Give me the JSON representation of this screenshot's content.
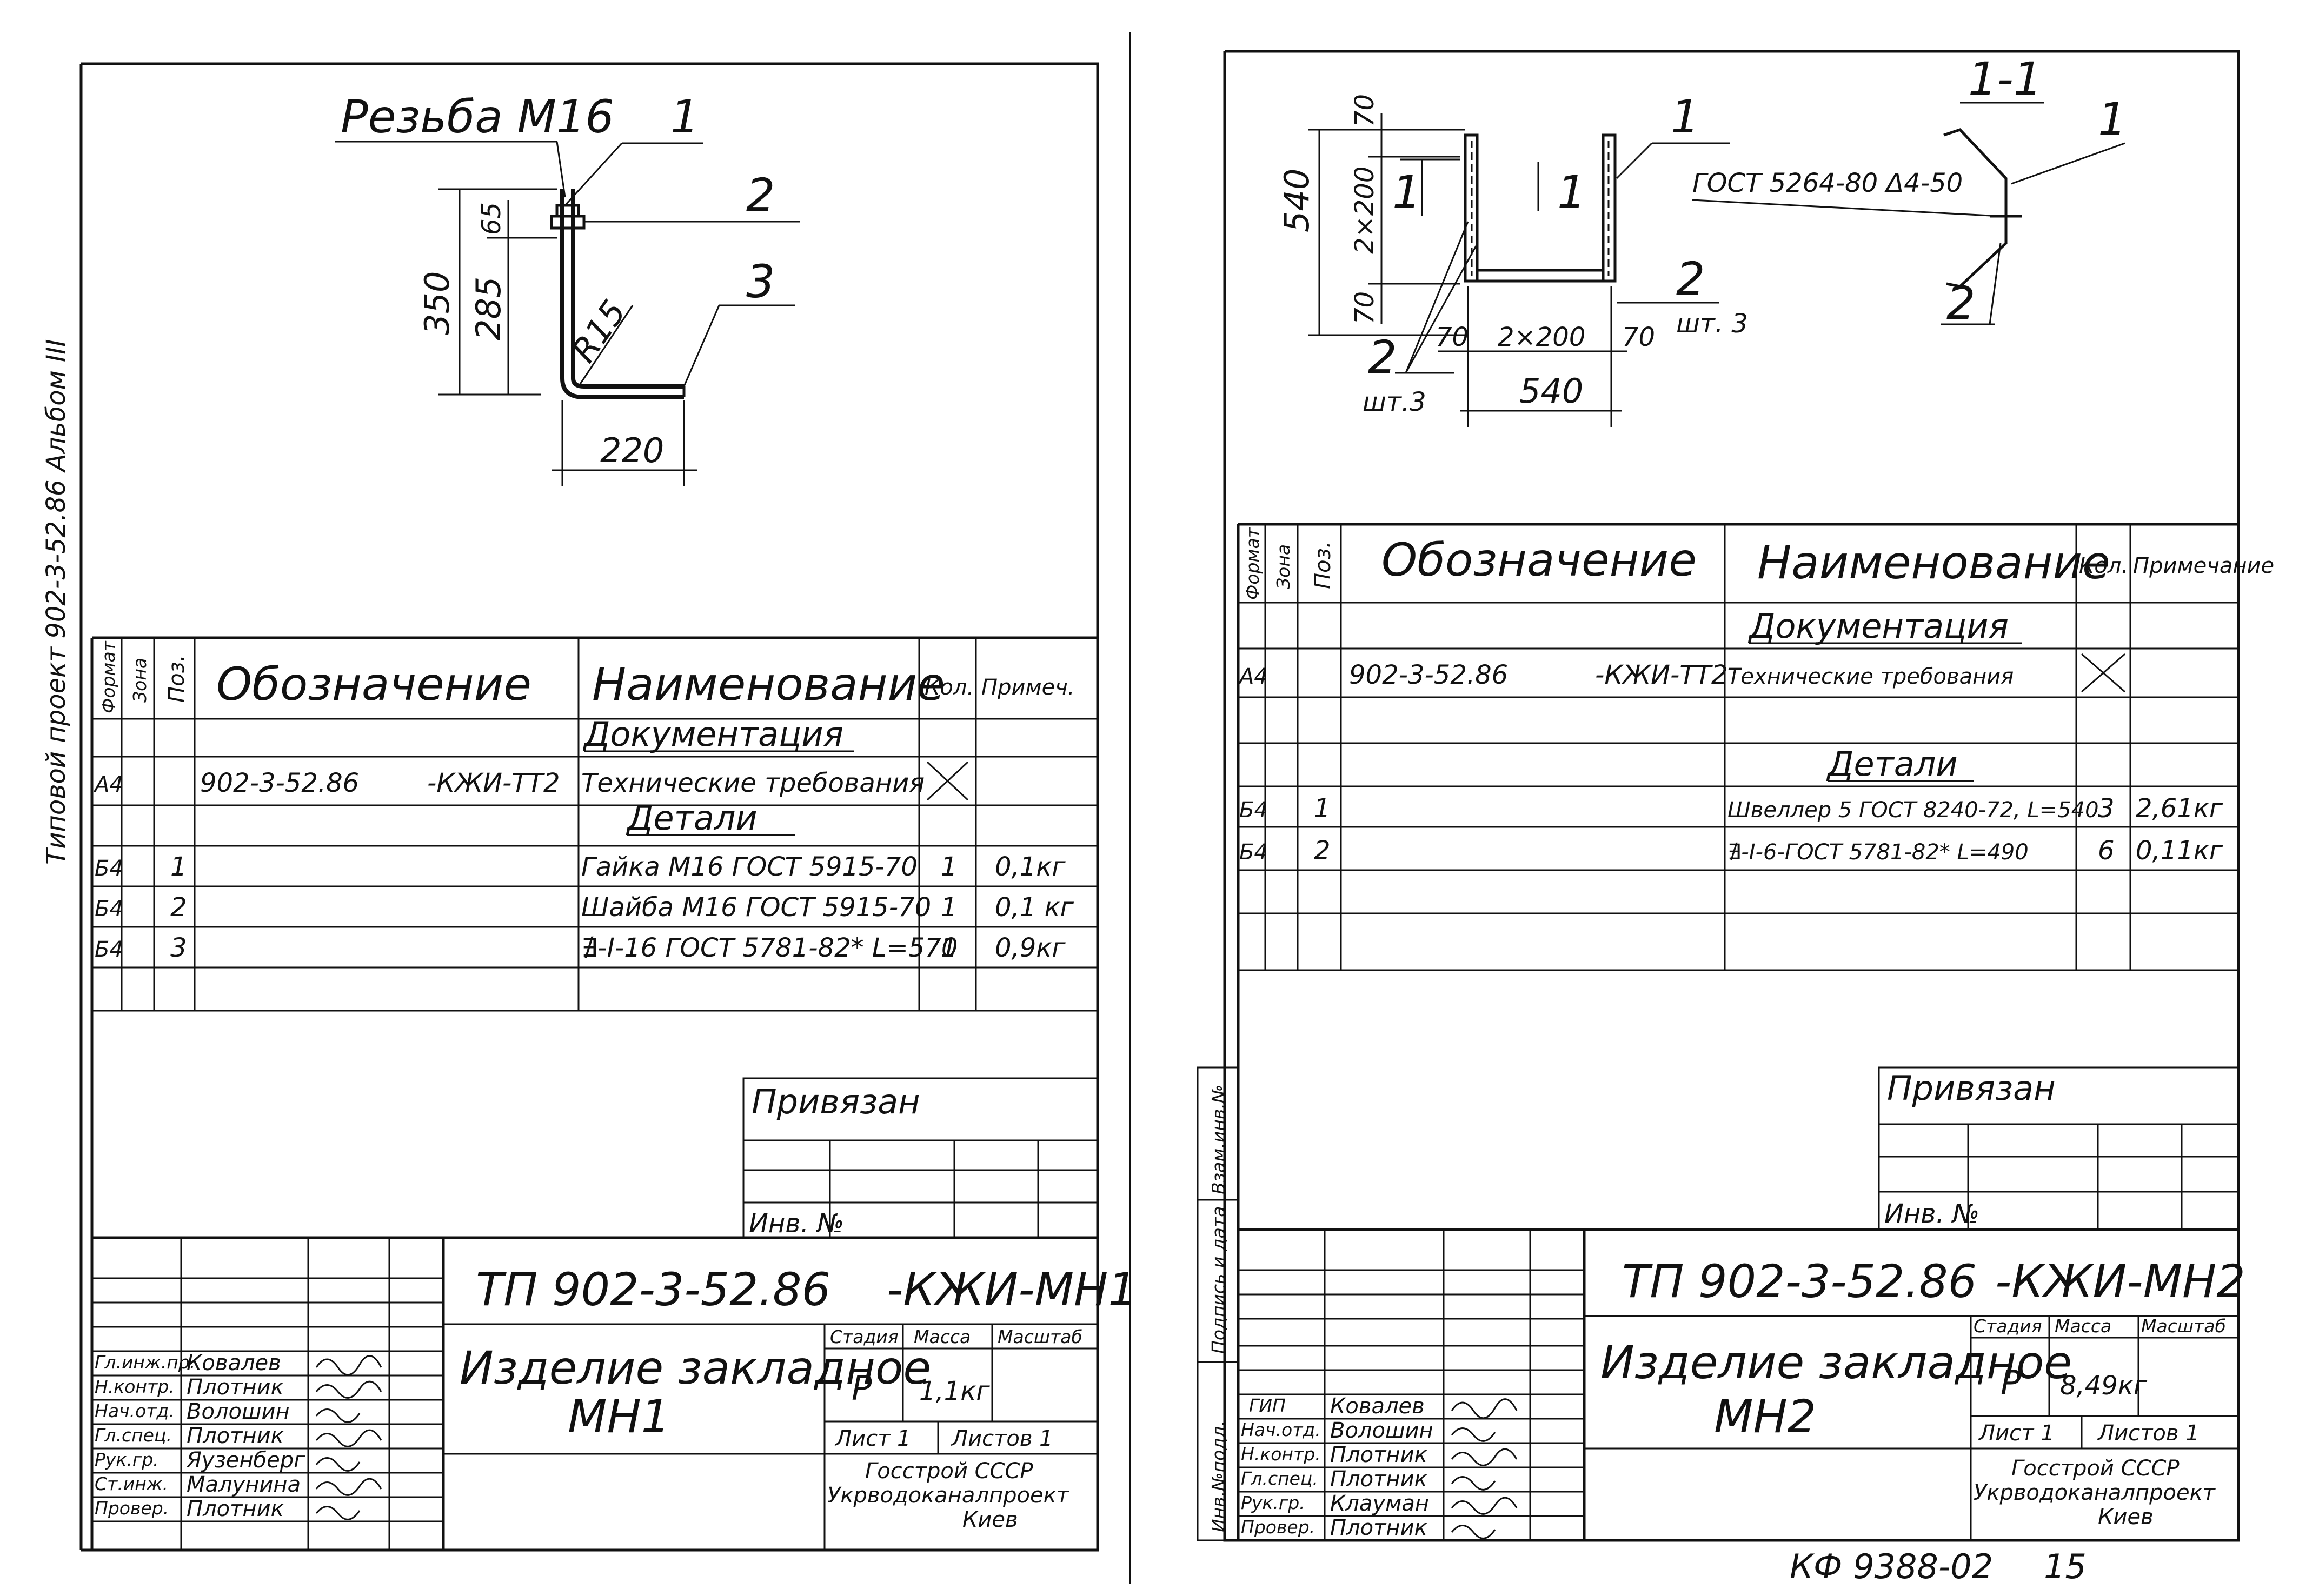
{
  "left_sheet": {
    "drawing": {
      "thread_label": "Резьба М16",
      "callouts": [
        "1",
        "2",
        "3"
      ],
      "dims": {
        "total": "350",
        "upper": "65",
        "lower": "285",
        "radius": "R15",
        "width": "220"
      }
    },
    "spec_header": {
      "format": "Формат",
      "zone": "Зона",
      "pos": "Поз.",
      "designation": "Обозначение",
      "name": "Наименование",
      "qty": "Кол.",
      "note": "Примеч."
    },
    "section_docs": "Документация",
    "section_parts": "Детали",
    "rows": [
      {
        "format": "А4",
        "pos": "",
        "designation": "902-3-52.86",
        "suffix": "-КЖИ-ТТ2",
        "name": "Технические требования",
        "qty": "",
        "note": ""
      },
      {
        "format": "Б4",
        "pos": "1",
        "designation": "",
        "suffix": "",
        "name": "Гайка М16 ГОСТ 5915-70",
        "qty": "1",
        "note": "0,1кг"
      },
      {
        "format": "Б4",
        "pos": "2",
        "designation": "",
        "suffix": "",
        "name": "Шайба М16 ГОСТ 5915-70",
        "qty": "1",
        "note": "0,1 кг"
      },
      {
        "format": "Б4",
        "pos": "3",
        "designation": "",
        "suffix": "",
        "name": "∄-I-16 ГОСТ 5781-82* L=570",
        "qty": "1",
        "note": "0,9кг"
      }
    ],
    "privyazan": "Привязан",
    "inv_no": "Инв. №",
    "title_block": {
      "code": "ТП 902-3-52.86",
      "code_suffix": "-КЖИ-МН1",
      "item": "Изделие закладное",
      "item_mark": "МН1",
      "stage_hdr": "Стадия",
      "mass_hdr": "Масса",
      "scale_hdr": "Масштаб",
      "stage": "Р",
      "mass": "1,1кг",
      "sheet": "Лист 1",
      "sheets": "Листов 1",
      "org1": "Госстрой СССР",
      "org2": "Укрводоканалпроект",
      "org3": "Киев",
      "people": [
        {
          "role": "Гл.инж.пр.",
          "name": "Ковалев"
        },
        {
          "role": "Н.контр.",
          "name": "Плотник"
        },
        {
          "role": "Нач.отд.",
          "name": "Волошин"
        },
        {
          "role": "Гл.спец.",
          "name": "Плотник"
        },
        {
          "role": "Рук.гр.",
          "name": "Яузенберг"
        },
        {
          "role": "Ст.инж.",
          "name": "Малунина"
        },
        {
          "role": "Провер.",
          "name": "Плотник"
        }
      ]
    }
  },
  "right_sheet": {
    "drawing": {
      "section_label": "1-1",
      "section_mark": "1",
      "gost_weld": "ГОСТ 5264-80 Δ4-50",
      "callouts": [
        "1",
        "2",
        "1",
        "2"
      ],
      "dims": {
        "top": "70",
        "height": "540",
        "mid": "2×200",
        "bottom": "70",
        "left": "70",
        "between": "2×200",
        "right": "70",
        "width": "540"
      },
      "qty_note_a": "шт.3",
      "qty_note_b": "шт. 3"
    },
    "spec_header": {
      "format": "Формат",
      "zone": "Зона",
      "pos": "Поз.",
      "designation": "Обозначение",
      "name": "Наименование",
      "qty": "Кол.",
      "note": "Примечание"
    },
    "section_docs": "Документация",
    "section_parts": "Детали",
    "rows": [
      {
        "format": "А4",
        "pos": "",
        "designation": "902-3-52.86",
        "suffix": "-КЖИ-ТТ2",
        "name": "Технические требования",
        "qty": "",
        "note": ""
      },
      {
        "format": "Б4",
        "pos": "1",
        "designation": "",
        "suffix": "",
        "name": "Швеллер 5 ГОСТ 8240-72, L=540",
        "qty": "3",
        "note": "2,61кг"
      },
      {
        "format": "Б4",
        "pos": "2",
        "designation": "",
        "suffix": "",
        "name": "∄-I-6-ГОСТ 5781-82* L=490",
        "qty": "6",
        "note": "0,11кг"
      }
    ],
    "privyazan": "Привязан",
    "inv_no": "Инв. №",
    "side_labels": [
      "Взам.инв.№",
      "Подпись и дата",
      "Инв.№подл."
    ],
    "title_block": {
      "code": "ТП 902-3-52.86",
      "code_suffix": "-КЖИ-МН2",
      "item": "Изделие закладное",
      "item_mark": "МН2",
      "stage_hdr": "Стадия",
      "mass_hdr": "Масса",
      "scale_hdr": "Масштаб",
      "stage": "Р",
      "mass": "8,49кг",
      "sheet": "Лист 1",
      "sheets": "Листов 1",
      "org1": "Госстрой СССР",
      "org2": "Укрводоканалпроект",
      "org3": "Киев",
      "people": [
        {
          "role": "ГИП",
          "name": "Ковалев"
        },
        {
          "role": "Нач.отд.",
          "name": "Волошин"
        },
        {
          "role": "Н.контр.",
          "name": "Плотник"
        },
        {
          "role": "Гл.спец.",
          "name": "Плотник"
        },
        {
          "role": "Рук.гр.",
          "name": "Клауман"
        },
        {
          "role": "Провер.",
          "name": "Плотник"
        }
      ]
    },
    "bottom_code": "КФ 9388-02",
    "page_number": "15"
  },
  "left_margin_text": "Типовой проект 902-3-52.86 Альбом III"
}
